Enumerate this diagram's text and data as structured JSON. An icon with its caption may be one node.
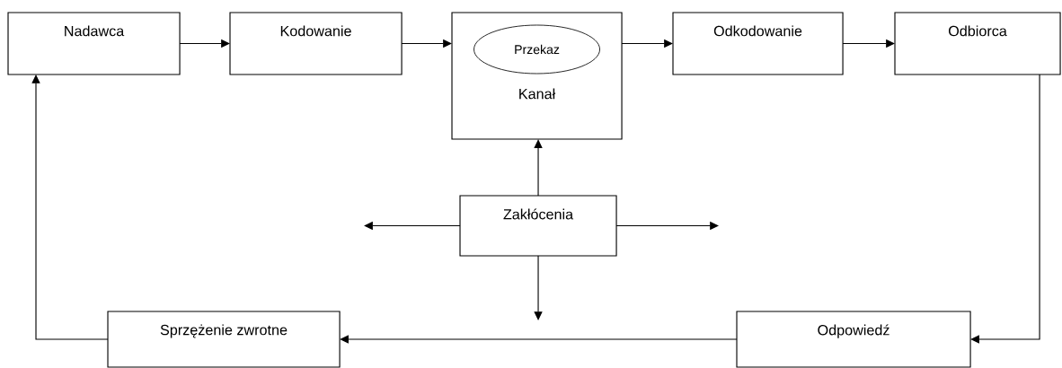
{
  "diagram": {
    "nodes": [
      {
        "text": [
          "Nadawca"
        ]
      },
      {
        "text": [
          "Kodowanie"
        ]
      },
      {
        "text": [
          "Kanał"
        ]
      },
      {
        "text": [
          "Przekaz"
        ],
        "in": 2
      },
      {
        "text": [
          "Odkodowanie"
        ]
      },
      {
        "text": [
          "Odbiorca"
        ]
      },
      {
        "text": [
          "Zakłócenia"
        ]
      },
      {
        "text": [
          "Sprzężenie zwrotne"
        ]
      },
      {
        "text": [
          "Odpowiedź"
        ]
      }
    ],
    "edges": [
      {
        "from": 0,
        "to": 1,
        "arrow": "to"
      },
      {
        "from": 1,
        "to": 2,
        "arrow": "to"
      },
      {
        "from": 2,
        "to": 4,
        "arrow": "to"
      },
      {
        "from": 4,
        "to": 5,
        "arrow": "to"
      },
      {
        "from": 5,
        "to": 8,
        "arrow": "to"
      },
      {
        "from": 8,
        "to": 7,
        "arrow": "to"
      },
      {
        "from": 7,
        "to": 0,
        "arrow": "to"
      },
      {
        "from": 6,
        "to": 2,
        "arrow": "to"
      },
      {
        "from": 6,
        "to": null,
        "arrow": "to"
      },
      {
        "from": 6,
        "to": null,
        "arrow": "to"
      },
      {
        "from": 6,
        "to": null,
        "arrow": "to"
      }
    ]
  }
}
